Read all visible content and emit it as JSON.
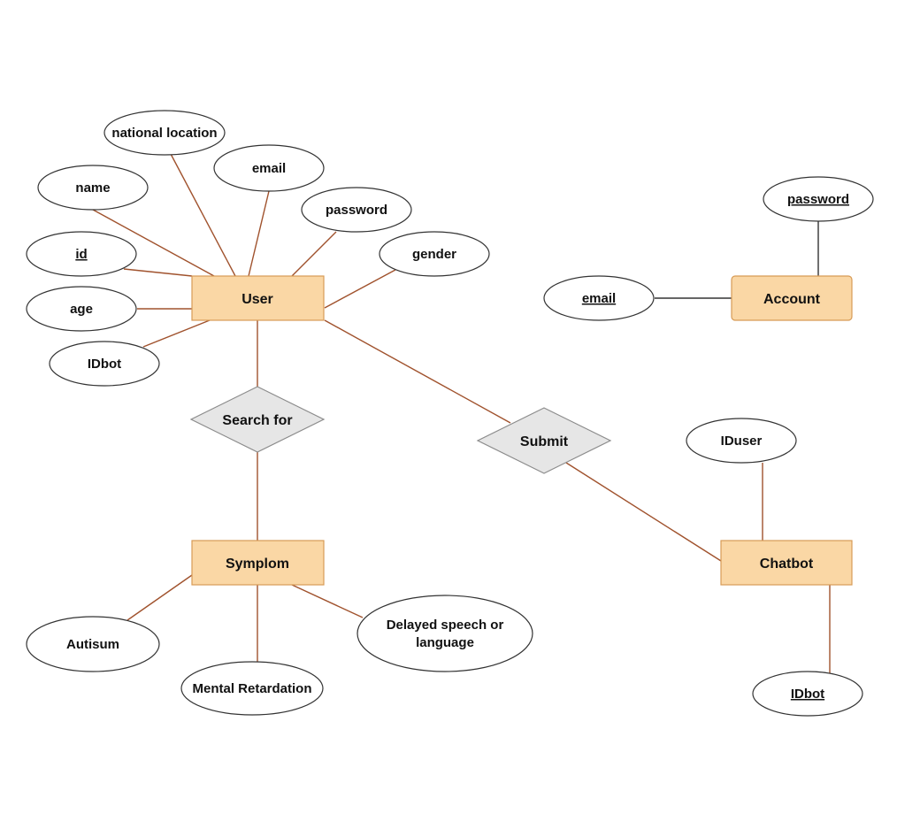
{
  "colors": {
    "entity_fill": "#fad7a5",
    "entity_stroke": "#d79b56",
    "relationship_fill": "#e6e6e6",
    "relationship_stroke": "#8c8c8c",
    "attribute_stroke": "#333333",
    "line_color": "#a0522d",
    "account_line_color": "#333333"
  },
  "entities": {
    "user": "User",
    "account": "Account",
    "symptom": "Symplom",
    "chatbot": "Chatbot"
  },
  "relationships": {
    "search_for": "Search for",
    "submit": "Submit"
  },
  "attributes": {
    "user": {
      "national_location": "national location",
      "email": "email",
      "name": "name",
      "password": "password",
      "id": "id",
      "gender": "gender",
      "age": "age",
      "idbot": "IDbot"
    },
    "account": {
      "password": "password",
      "email": "email"
    },
    "symptom": {
      "autism": "Autisum",
      "mental_retardation": "Mental Retardation",
      "delayed_speech_line1": "Delayed speech or",
      "delayed_speech_line2": "language"
    },
    "chatbot": {
      "iduser": "IDuser",
      "idbot": "IDbot"
    }
  }
}
